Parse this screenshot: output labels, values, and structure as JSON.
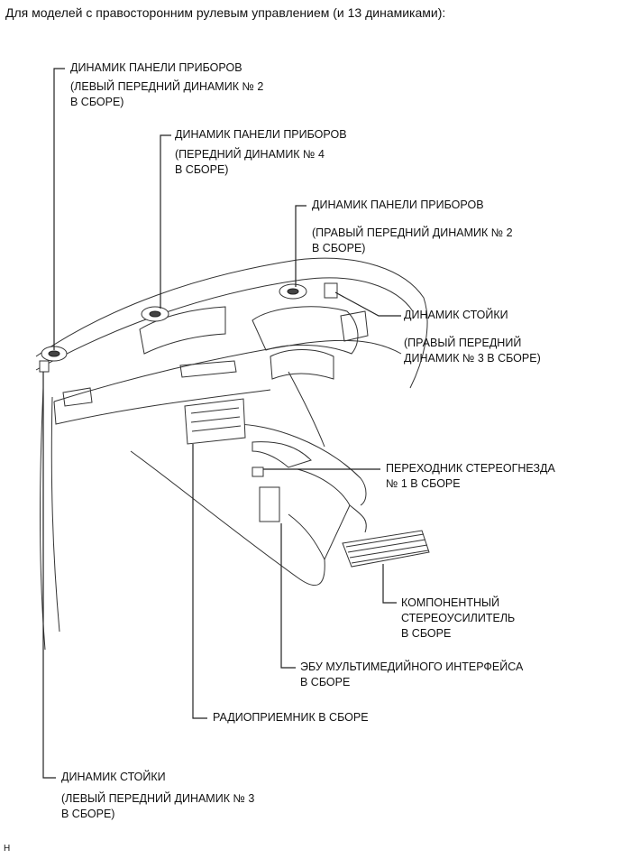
{
  "header": {
    "title": "Для моделей с правосторонним рулевым управлением (и 13 динамиками):"
  },
  "callouts": {
    "left_front_2": {
      "name": "ДИНАМИК ПАНЕЛИ ПРИБОРОВ",
      "detail": "(ЛЕВЫЙ ПЕРЕДНИЙ ДИНАМИК № 2\nВ СБОРЕ)"
    },
    "front_4": {
      "name": "ДИНАМИК ПАНЕЛИ ПРИБОРОВ",
      "detail": "(ПЕРЕДНИЙ ДИНАМИК № 4\nВ СБОРЕ)"
    },
    "right_front_2": {
      "name": "ДИНАМИК ПАНЕЛИ ПРИБОРОВ",
      "detail": "(ПРАВЫЙ ПЕРЕДНИЙ ДИНАМИК № 2\nВ СБОРЕ)"
    },
    "right_pillar_3": {
      "name": "ДИНАМИК СТОЙКИ",
      "detail": "(ПРАВЫЙ ПЕРЕДНИЙ\nДИНАМИК № 3 В СБОРЕ)"
    },
    "stereo_jack": {
      "name": "ПЕРЕХОДНИК СТЕРЕОГНЕЗДА\n№ 1 В СБОРЕ"
    },
    "amplifier": {
      "name": "КОМПОНЕНТНЫЙ\nСТЕРЕОУСИЛИТЕЛЬ\nВ СБОРЕ"
    },
    "multimedia_ecu": {
      "name": "ЭБУ МУЛЬТИМЕДИЙНОГО ИНТЕРФЕЙСА\nВ СБОРЕ"
    },
    "radio": {
      "name": "РАДИОПРИЕМНИК В СБОРЕ"
    },
    "left_pillar_3": {
      "name": "ДИНАМИК СТОЙКИ",
      "detail": "(ЛЕВЫЙ ПЕРЕДНИЙ ДИНАМИК № 3\nВ СБОРЕ)"
    }
  },
  "footer": {
    "code": "H"
  }
}
